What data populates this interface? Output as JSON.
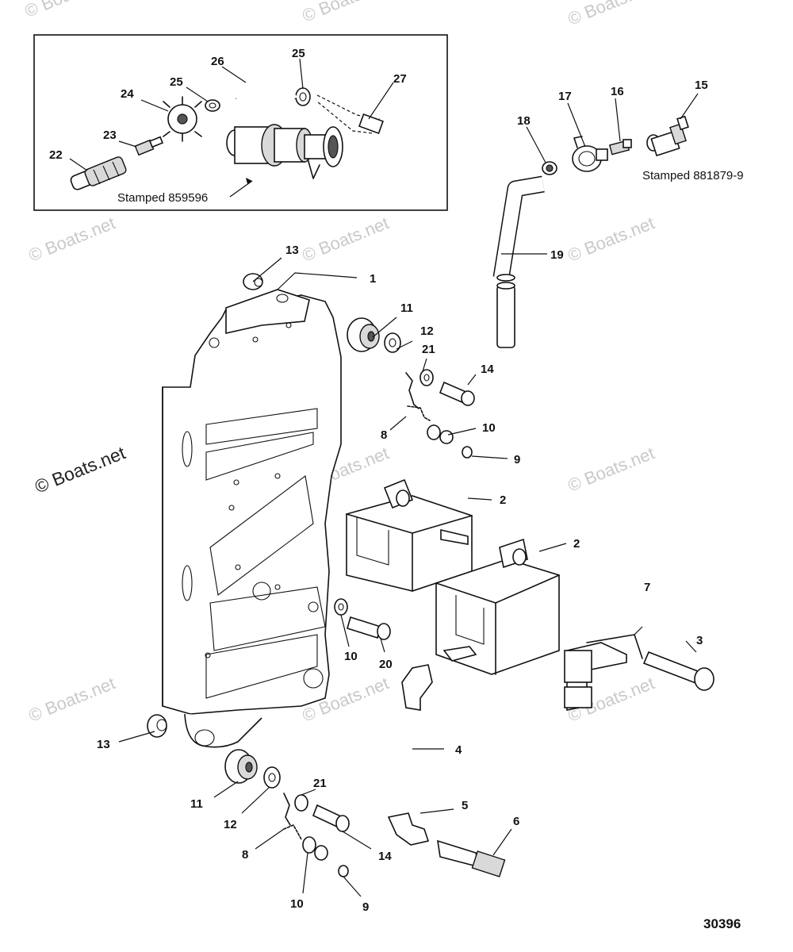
{
  "watermark": {
    "text": "© Boats.net"
  },
  "figure_number": "30396",
  "stamps": {
    "inset": "Stamped 859596",
    "sender": "Stamped 881879-9"
  },
  "callouts": {
    "c1": "1",
    "c2a": "2",
    "c2b": "2",
    "c3": "3",
    "c4": "4",
    "c5": "5",
    "c6": "6",
    "c7": "7",
    "c8a": "8",
    "c8b": "8",
    "c9a": "9",
    "c9b": "9",
    "c10a": "10",
    "c10b": "10",
    "c10c": "10",
    "c11a": "11",
    "c11b": "11",
    "c12a": "12",
    "c12b": "12",
    "c13a": "13",
    "c13b": "13",
    "c14a": "14",
    "c14b": "14",
    "c15": "15",
    "c16": "16",
    "c17": "17",
    "c18": "18",
    "c19": "19",
    "c20": "20",
    "c21a": "21",
    "c21b": "21",
    "c22": "22",
    "c23": "23",
    "c24": "24",
    "c25a": "25",
    "c25b": "25",
    "c26": "26",
    "c27": "27"
  }
}
